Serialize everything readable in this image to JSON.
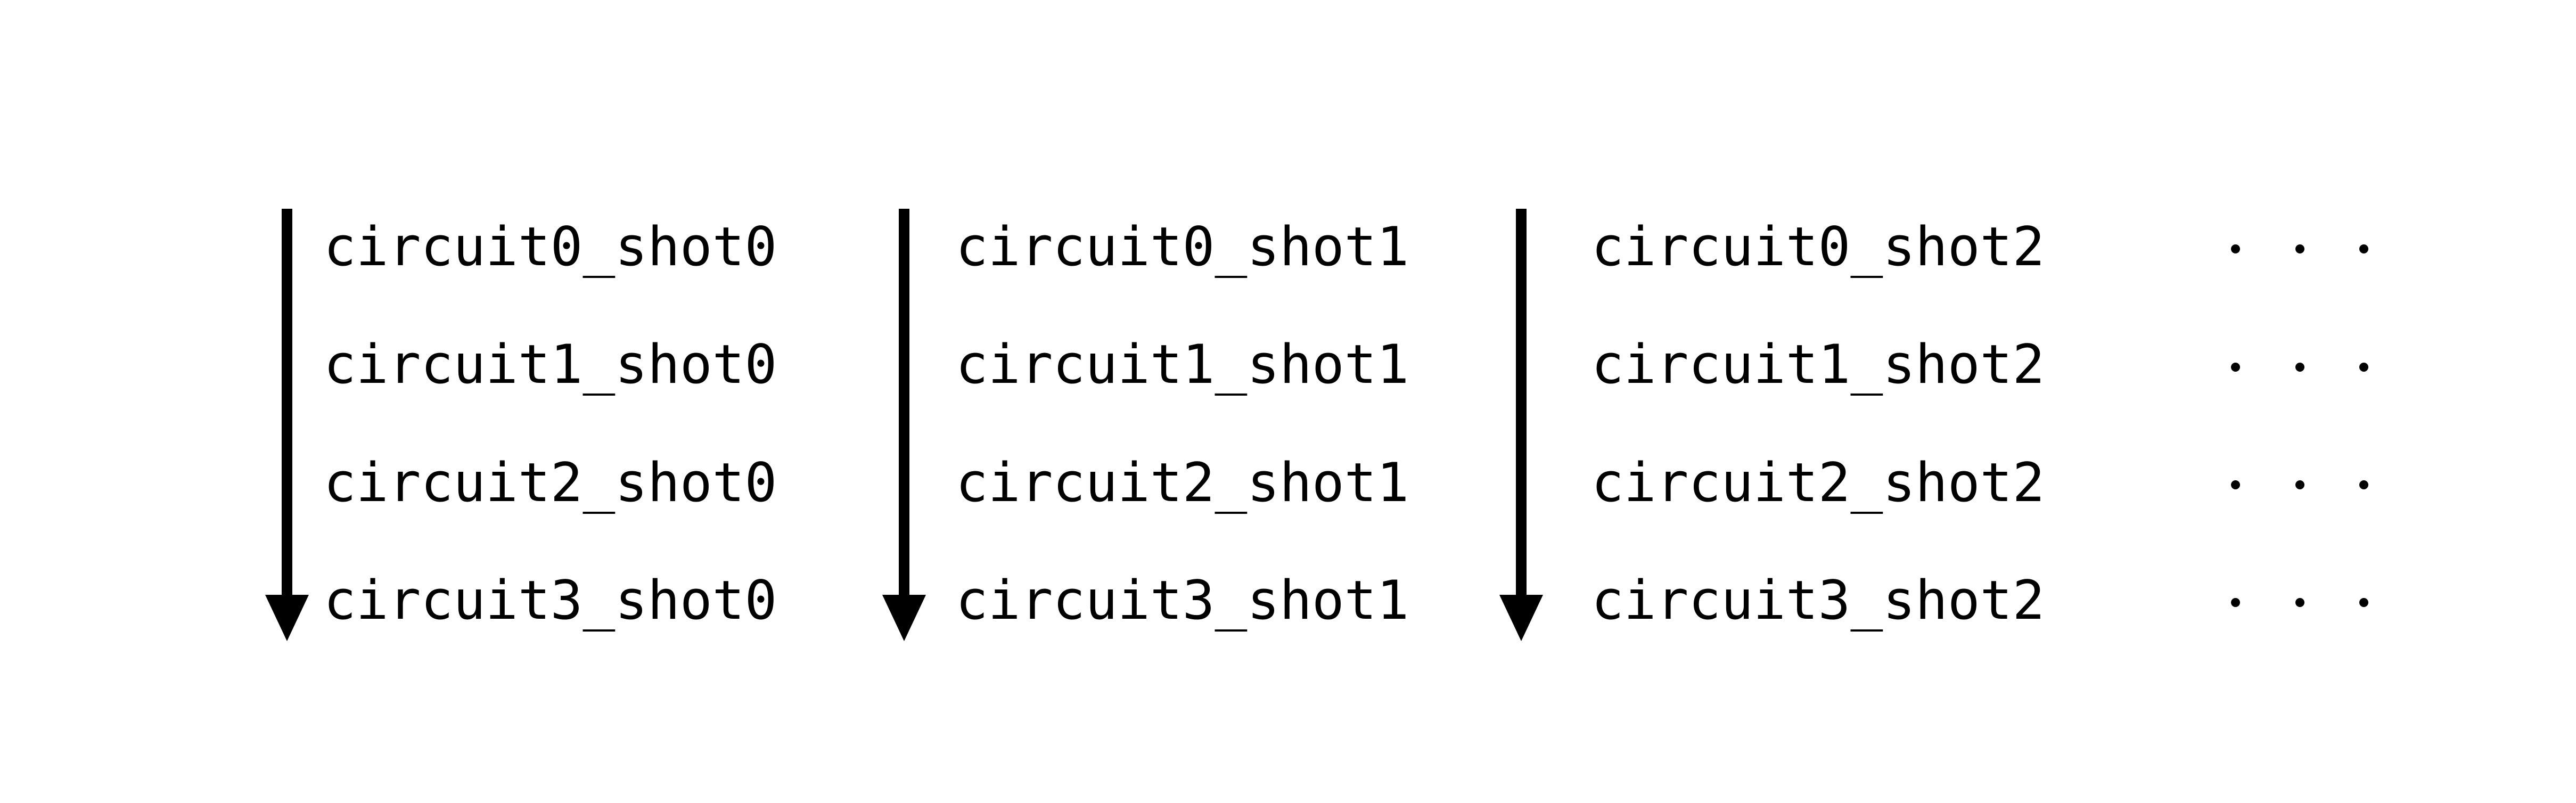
{
  "figure": {
    "colors": {
      "ink": "#000000",
      "background": "#ffffff"
    },
    "columns": [
      {
        "labels": [
          "circuit0_shot0",
          "circuit1_shot0",
          "circuit2_shot0",
          "circuit3_shot0"
        ]
      },
      {
        "labels": [
          "circuit0_shot1",
          "circuit1_shot1",
          "circuit2_shot1",
          "circuit3_shot1"
        ]
      },
      {
        "labels": [
          "circuit0_shot2",
          "circuit1_shot2",
          "circuit2_shot2",
          "circuit3_shot2"
        ]
      }
    ],
    "ellipsis": {
      "rows": 4,
      "dots_per_row": 3
    }
  }
}
